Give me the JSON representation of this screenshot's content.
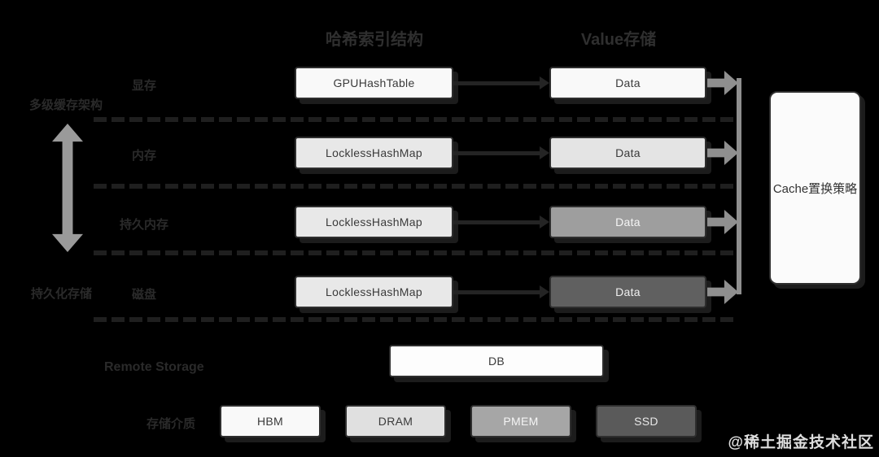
{
  "headers": {
    "index_column": "哈希索引结构",
    "value_column": "Value存储"
  },
  "side_labels": {
    "cache_layers": "多级缓存架构",
    "persistent": "持久化存储",
    "remote": "Remote Storage",
    "media": "存储介质"
  },
  "cache_box_label": "Cache置换策略",
  "db_box_label": "DB",
  "rows": [
    {
      "tier": "显存",
      "index": "GPUHashTable",
      "value": "Data",
      "index_fill": "#f9f9f9",
      "index_text": "#3a3a3a",
      "value_fill": "#f9f9f9",
      "value_text": "#3a3a3a"
    },
    {
      "tier": "内存",
      "index": "LocklessHashMap",
      "value": "Data",
      "index_fill": "#e8e8e8",
      "index_text": "#3a3a3a",
      "value_fill": "#e4e4e4",
      "value_text": "#3a3a3a"
    },
    {
      "tier": "持久内存",
      "index": "LocklessHashMap",
      "value": "Data",
      "index_fill": "#e8e8e8",
      "index_text": "#3a3a3a",
      "value_fill": "#9e9e9e",
      "value_text": "#f5f5f5"
    },
    {
      "tier": "磁盘",
      "index": "LocklessHashMap",
      "value": "Data",
      "index_fill": "#e8e8e8",
      "index_text": "#3a3a3a",
      "value_fill": "#606060",
      "value_text": "#f0f0f0"
    }
  ],
  "media": [
    {
      "label": "HBM",
      "fill": "#f9f9f9",
      "text": "#3a3a3a"
    },
    {
      "label": "DRAM",
      "fill": "#e0e0e0",
      "text": "#3a3a3a"
    },
    {
      "label": "PMEM",
      "fill": "#a6a6a6",
      "text": "#f5f5f5"
    },
    {
      "label": "SSD",
      "fill": "#5a5a5a",
      "text": "#e8e8e8"
    }
  ],
  "colors": {
    "background": "#000000",
    "bus_arrow_gray": "#8f8f8f",
    "double_arrow_gray": "#9a9a9a",
    "connector_dark": "#242424",
    "separator_dark": "#1f1f1f",
    "dim_text": "#2a2a2a"
  },
  "watermark": "@稀土掘金技术社区"
}
